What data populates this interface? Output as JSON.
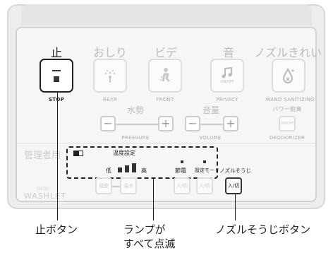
{
  "panel": {
    "stop": {
      "label_jp": "止",
      "label_en": "STOP"
    },
    "buttons": [
      {
        "label_jp": "おしり",
        "label_en": "REAR"
      },
      {
        "label_jp": "ビデ",
        "label_en": "FRONT"
      },
      {
        "label_jp": "音",
        "label_en": "PRIVACY",
        "icon_text": "ON/OFF"
      },
      {
        "label_jp": "ノズルきれい",
        "label_en": "WAND SANITIZING"
      }
    ],
    "pressure": {
      "label_jp": "水勢",
      "label_en": "PRESSURE"
    },
    "volume": {
      "label_jp": "音量",
      "label_en": "VOLUME"
    },
    "deodorizer": {
      "label_jp": "パワー脱臭",
      "label_en": "DEODORIZER",
      "button_text": "ON/OFF"
    },
    "admin_label": "管理者用",
    "temp_setting": "温度設定",
    "low": "低",
    "high": "高",
    "energy_save": "節電",
    "setting_mode": "設定モード",
    "nozzle_clean": "ノズルそうじ",
    "small_buttons": [
      "便座",
      "温水",
      "入/切",
      "入/切",
      "入/切"
    ],
    "brand_top": "TOTO",
    "brand": "WASHLET"
  },
  "captions": {
    "stop_button": "止ボタン",
    "lamps_line1": "ランプが",
    "lamps_line2": "すべて点滅",
    "nozzle_button": "ノズルそうじボタン"
  }
}
